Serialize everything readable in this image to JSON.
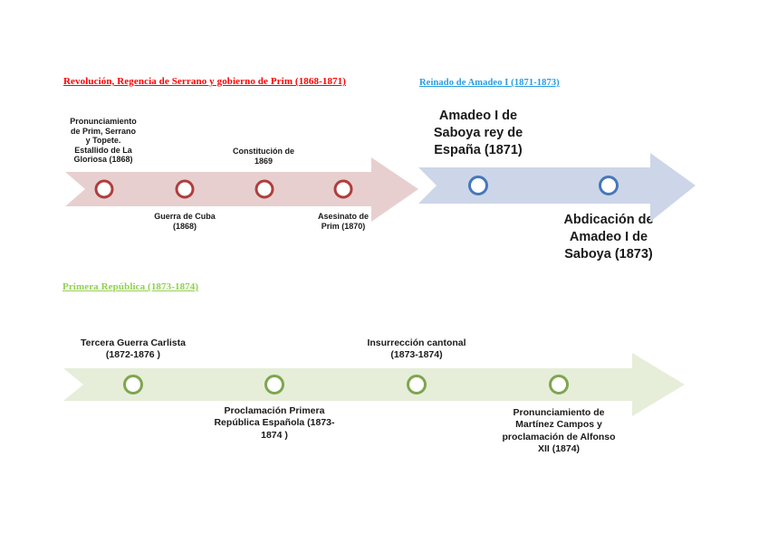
{
  "page": {
    "background": "#ffffff"
  },
  "sections": {
    "revolucion": {
      "title": "Revolución, Regencia de Serrano y gobierno de Prim (1868-1871)",
      "title_color": "#ff0000",
      "period": "1868-1871",
      "arrow_fill": "#e8cfcf",
      "marker_fill": "#ffffff",
      "marker_stroke": "#ae3e3c",
      "events": [
        {
          "text": "Pronunciamiento\nde Prim, Serrano\ny Topete.\nEstallido de La\nGloriosa (1868)",
          "position": "above"
        },
        {
          "text": "Guerra de Cuba\n(1868)",
          "position": "below"
        },
        {
          "text": "Constitución de\n1869",
          "position": "above"
        },
        {
          "text": "Asesinato de\nPrim (1870)",
          "position": "below"
        }
      ]
    },
    "amadeo": {
      "title": "Reinado de Amadeo I (1871-1873)",
      "title_color": "#2a9ce0",
      "period": "1871-1873",
      "arrow_fill": "#ccd6e8",
      "marker_fill": "#ffffff",
      "marker_stroke": "#4678ba",
      "events": [
        {
          "text": "Amadeo I de\nSaboya rey de\nEspaña (1871)",
          "position": "above"
        },
        {
          "text": "Abdicación de\nAmadeo I de\nSaboya (1873)",
          "position": "below"
        }
      ]
    },
    "republica": {
      "title": "Primera República (1873-1874)",
      "title_color": "#92d050",
      "period": "1873-1874",
      "arrow_fill": "#e6eed9",
      "marker_fill": "#ffffff",
      "marker_stroke": "#7ea64f",
      "events": [
        {
          "text": "Tercera Guerra Carlista\n(1872-1876 )",
          "position": "above"
        },
        {
          "text": "Proclamación Primera\nRepública Española (1873-\n1874 )",
          "position": "below"
        },
        {
          "text": "Insurrección cantonal\n(1873-1874)",
          "position": "above"
        },
        {
          "text": "Pronunciamiento de\nMartínez Campos y\nproclamación de Alfonso\nXII (1874)",
          "position": "below"
        }
      ]
    }
  }
}
